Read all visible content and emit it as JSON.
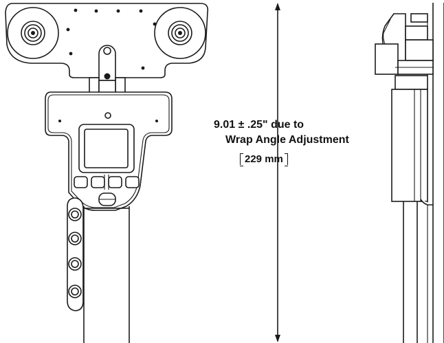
{
  "dimension": {
    "line1": "9.01 ± .25\" due to",
    "line2": "Wrap Angle Adjustment",
    "metric": "229 mm"
  },
  "colors": {
    "ink": "#1a1a1a",
    "background": "#ffffff"
  }
}
